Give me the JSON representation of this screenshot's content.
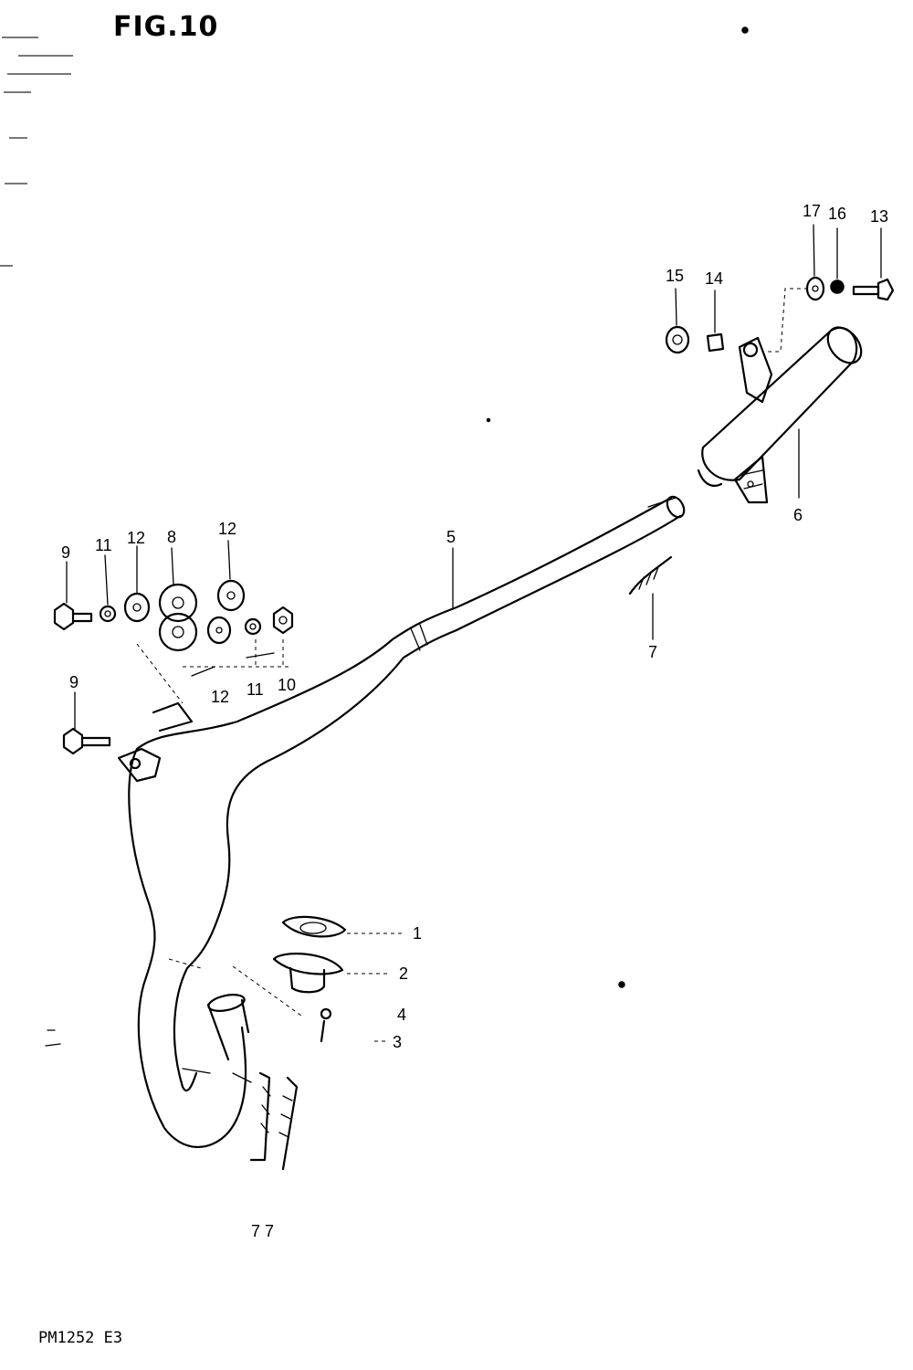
{
  "figure": {
    "title": "FIG.10",
    "footer_code": "PM1252 E3"
  },
  "callouts": {
    "c1": "1",
    "c2": "2",
    "c3": "3",
    "c4": "4",
    "c5": "5",
    "c6": "6",
    "c7a": "7",
    "c7b": "7 7",
    "c8": "8",
    "c9a": "9",
    "c9b": "9",
    "c10": "10",
    "c11a": "11",
    "c11b": "11",
    "c12a": "12",
    "c12b": "12",
    "c12c": "12",
    "c13": "13",
    "c14": "14",
    "c15": "15",
    "c16": "16",
    "c17": "17"
  },
  "colors": {
    "ink": "#000000",
    "paper": "#ffffff"
  }
}
